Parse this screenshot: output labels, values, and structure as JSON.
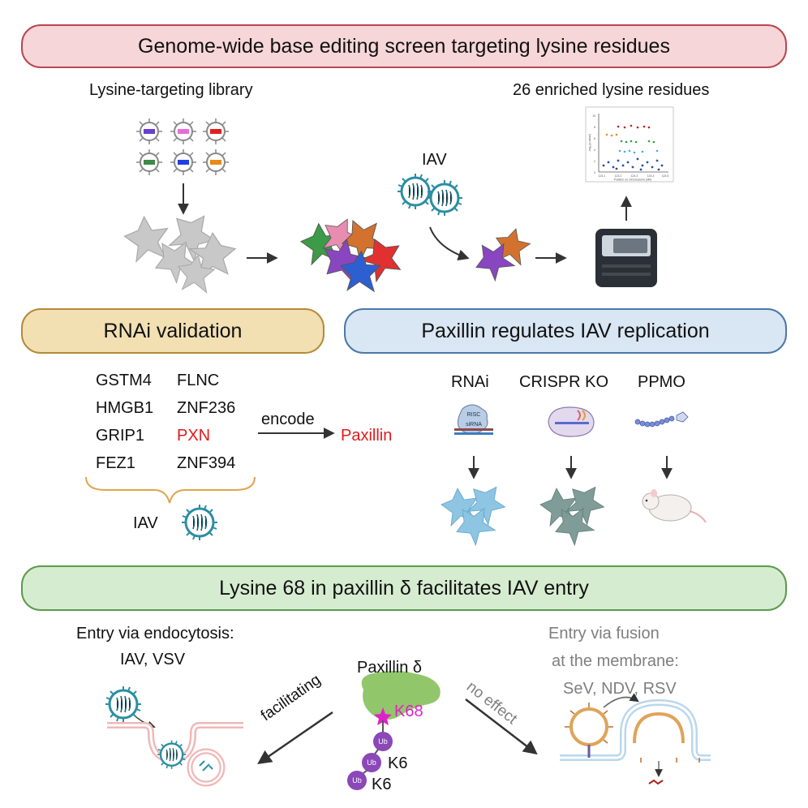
{
  "banners": {
    "screen": "Genome-wide base editing screen targeting lysine residues",
    "rnai": "RNAi validation",
    "paxillin": "Paxillin regulates IAV replication",
    "lysine68": "Lysine 68 in paxillin δ facilitates IAV entry"
  },
  "screen": {
    "library_label": "Lysine-targeting library",
    "enriched_label": "26 enriched lysine residues",
    "iav_label": "IAV",
    "plot_ylabel": "-log₁₀(p-value)",
    "plot_xlabel": "Position on chromosome (Mb)",
    "plot_xticks": [
      "124.1",
      "124.2",
      "124.3",
      "124.4",
      "124.5"
    ],
    "plot_yticks": [
      "10",
      "8",
      "6",
      "4",
      "2",
      "0"
    ]
  },
  "rnai": {
    "genes_left": [
      "GSTM4",
      "HMGB1",
      "GRIP1",
      "FEZ1"
    ],
    "genes_right": [
      "FLNC",
      "ZNF236",
      "PXN",
      "ZNF394"
    ],
    "encode_label": "encode",
    "product_label": "Paxillin",
    "iav_label": "IAV",
    "highlight_color": "#e01b1b"
  },
  "methods": {
    "rnai": "RNAi",
    "crispr": "CRISPR KO",
    "ppmo": "PPMO",
    "risc": "RISC",
    "sirna": "siRNA"
  },
  "entry": {
    "endocytosis_line1": "Entry via endocytosis:",
    "endocytosis_line2": "IAV, VSV",
    "fusion_line1": "Entry via fusion",
    "fusion_line2": "at the membrane:",
    "fusion_line3": "SeV, NDV, RSV",
    "paxillin_label": "Paxillin  δ",
    "k68_label": "K68",
    "ub_label": "Ub",
    "k6_label": "K6",
    "facilitating_label": "facilitating",
    "no_effect_label": "no effect"
  },
  "colors": {
    "rnai_cells": "#8ec5e3",
    "crispr_cells": "#7f9c98",
    "paxillin_blob": "#92c66b",
    "ub_circle": "#8b48b8",
    "k68": "#e020c8"
  }
}
